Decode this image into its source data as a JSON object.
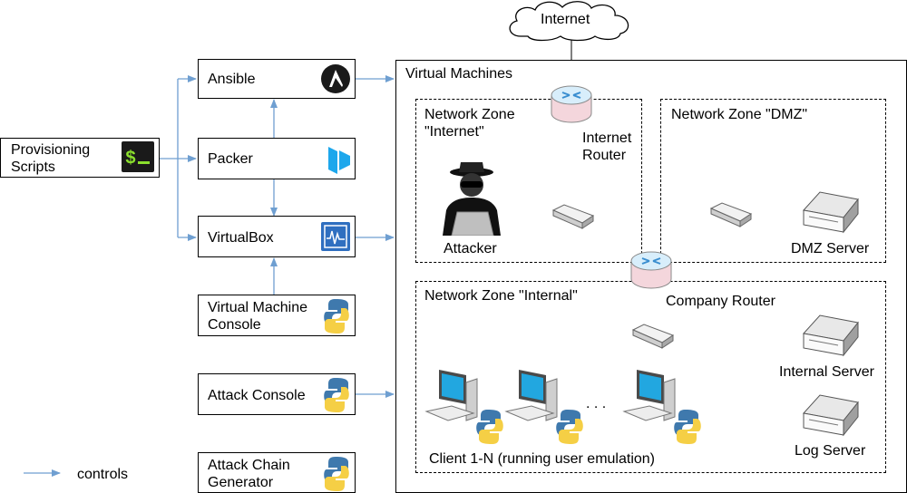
{
  "cloud": {
    "label": "Internet"
  },
  "vm_container": {
    "title": "Virtual Machines"
  },
  "zones": {
    "internet": "Network Zone\n\"Internet\"",
    "dmz": "Network Zone \"DMZ\"",
    "internal": "Network Zone \"Internal\""
  },
  "devices": {
    "internet_router": "Internet\nRouter",
    "company_router": "Company Router",
    "attacker": "Attacker",
    "dmz_server": "DMZ Server",
    "internal_server": "Internal Server",
    "log_server": "Log Server",
    "clients": "Client 1-N (running user emulation)",
    "ellipsis": ". . ."
  },
  "tools": {
    "provisioning": "Provisioning\nScripts",
    "ansible": "Ansible",
    "packer": "Packer",
    "virtualbox": "VirtualBox",
    "vm_console": "Virtual Machine\nConsole",
    "attack_console": "Attack Console",
    "attack_chain": "Attack Chain\nGenerator"
  },
  "legend": {
    "label": "controls"
  },
  "colors": {
    "arrow": "#6f9fd1",
    "packer": "#1da7ec",
    "virtualbox": "#2f6fc0",
    "python_blue": "#3f79ad",
    "python_yellow": "#f5cf45",
    "terminal_green": "#8be02d"
  }
}
